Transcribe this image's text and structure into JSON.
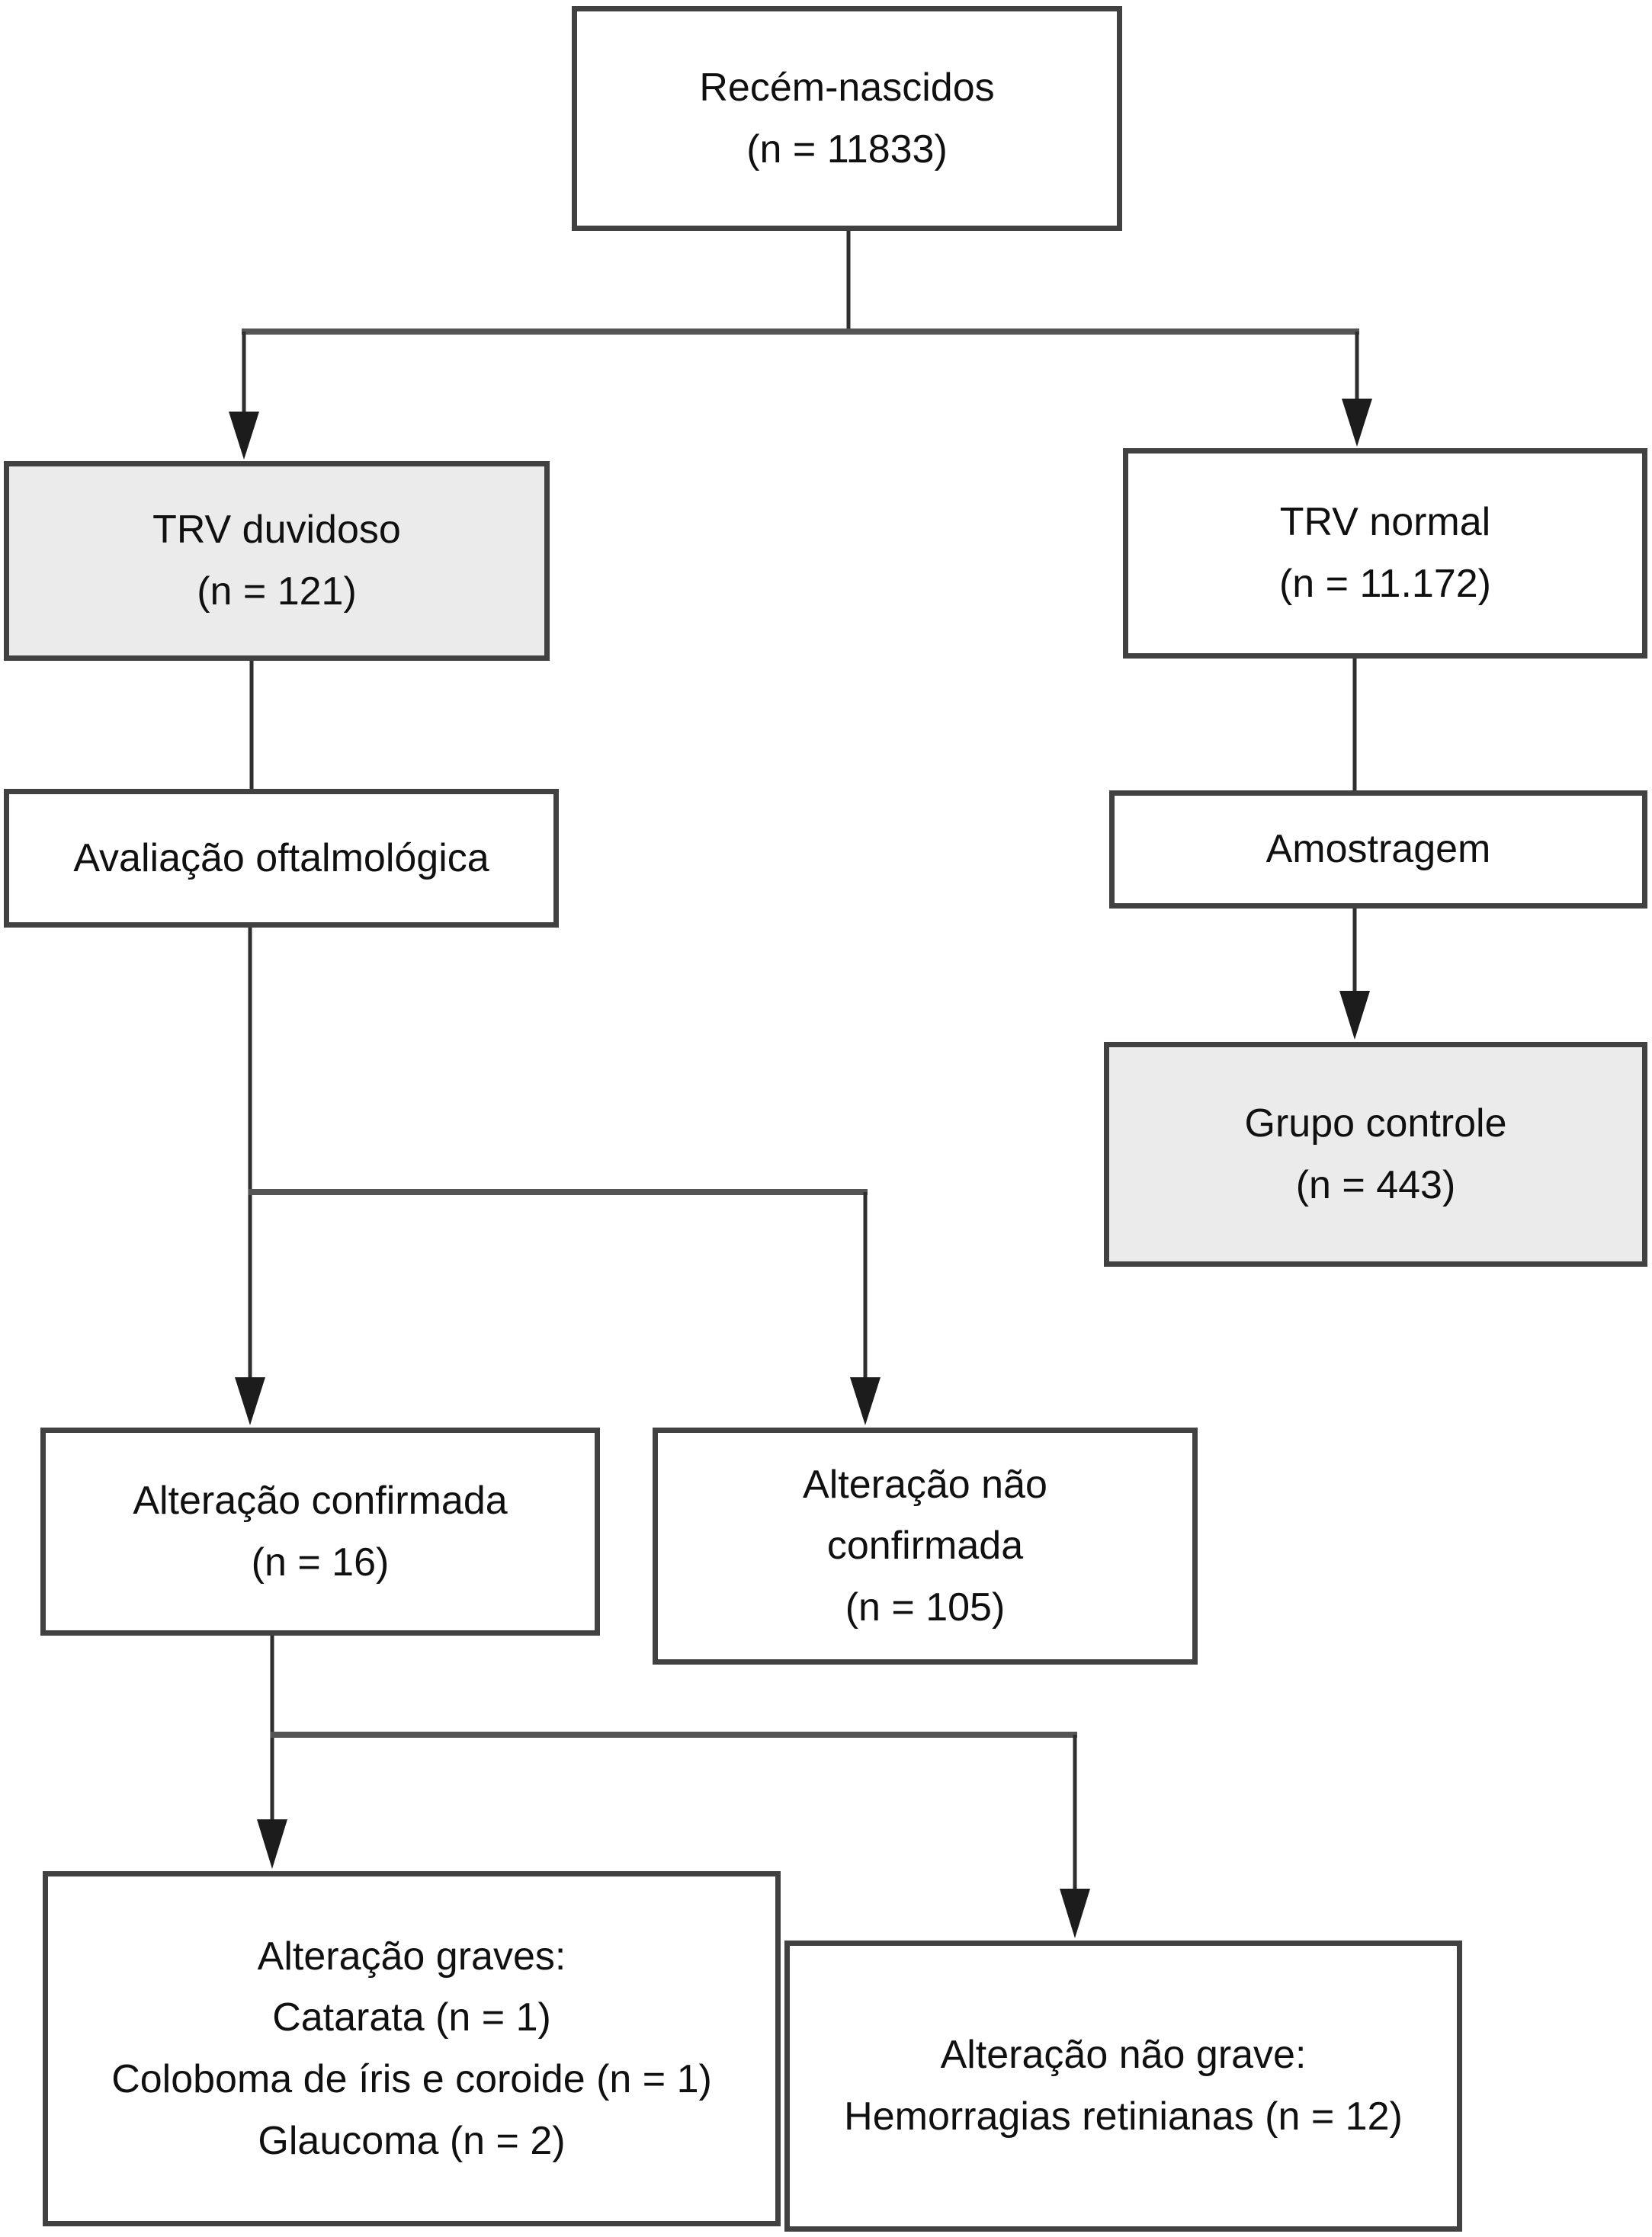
{
  "figure": {
    "type": "flowchart",
    "language": "pt-BR"
  },
  "colors": {
    "box_fill_default": "#ffffff",
    "box_fill_highlight": "#ebebeb",
    "box_border": "#414141",
    "connector_line": "#2e2e2e",
    "branch_line": "#555555",
    "text": "#101010"
  },
  "boxes": {
    "recem_nascidos": {
      "lines": [
        "Recém-nascidos",
        "(n = 11833)"
      ]
    },
    "trv_duvidoso": {
      "lines": [
        "TRV duvidoso",
        "(n = 121)"
      ]
    },
    "trv_normal": {
      "lines": [
        "TRV normal",
        "(n = 11.172)"
      ]
    },
    "avaliacao_oftalmologica": {
      "lines": [
        "Avaliação oftalmológica"
      ]
    },
    "amostragem": {
      "lines": [
        "Amostragem"
      ]
    },
    "grupo_controle": {
      "lines": [
        "Grupo controle",
        "(n = 443)"
      ]
    },
    "alteracao_confirmada": {
      "lines": [
        "Alteração confirmada",
        "(n = 16)"
      ]
    },
    "alteracao_nao_confirmada": {
      "lines": [
        "Alteração não",
        "confirmada",
        "(n = 105)"
      ]
    },
    "alteracoes_graves": {
      "lines": [
        "Alteração graves:",
        "Catarata (n = 1)",
        "Coloboma de íris e coroide (n = 1)",
        "Glaucoma (n = 2)"
      ]
    },
    "alteracao_nao_grave": {
      "lines": [
        "Alteração não grave:",
        "Hemorragias retinianas (n = 12)"
      ]
    }
  }
}
